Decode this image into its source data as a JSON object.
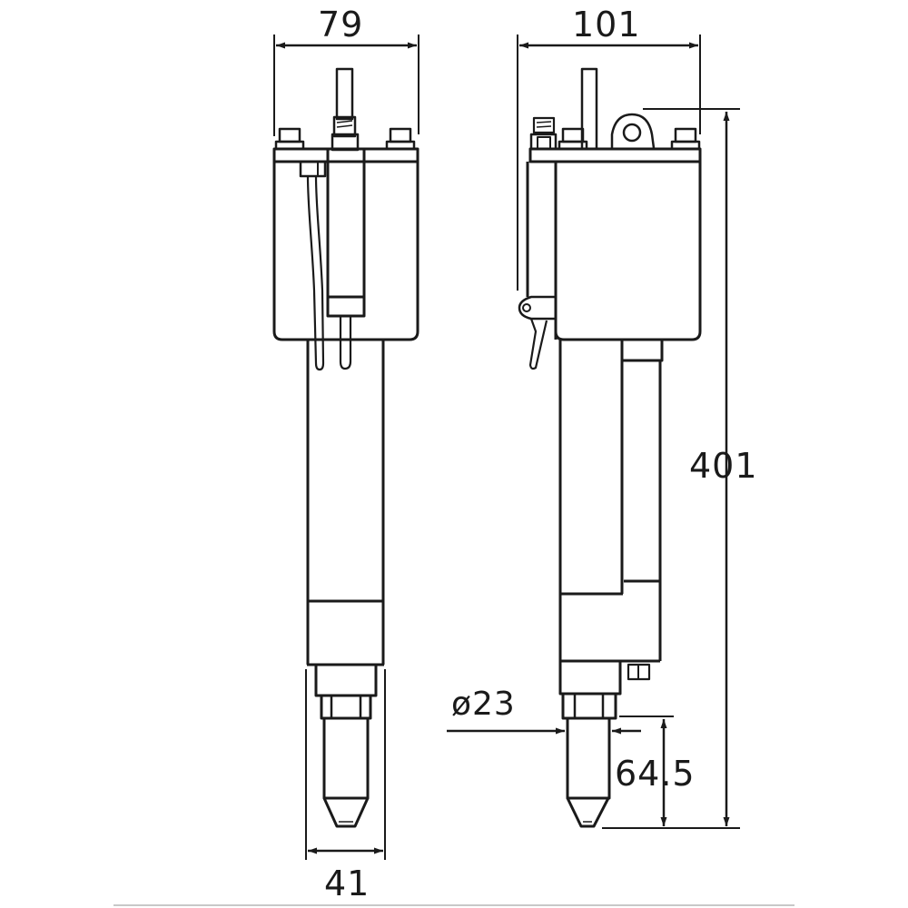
{
  "figure": {
    "type": "technical-dimension-drawing",
    "views": [
      {
        "name": "front-view",
        "description": "Front elevation"
      },
      {
        "name": "side-view",
        "description": "Side elevation"
      }
    ],
    "line_color": "#1a1a1a",
    "background": "#ffffff"
  },
  "dimensions": {
    "front_width": {
      "value": "79",
      "unit": "mm"
    },
    "side_width": {
      "value": "101",
      "unit": "mm"
    },
    "overall_height": {
      "value": "401",
      "unit": "mm"
    },
    "front_lower_width": {
      "value": "41",
      "unit": "mm"
    },
    "nozzle_diameter": {
      "symbol": "ø",
      "value": "23",
      "label": "ø23",
      "unit": "mm"
    },
    "nozzle_length": {
      "value": "64.5",
      "unit": "mm"
    }
  }
}
